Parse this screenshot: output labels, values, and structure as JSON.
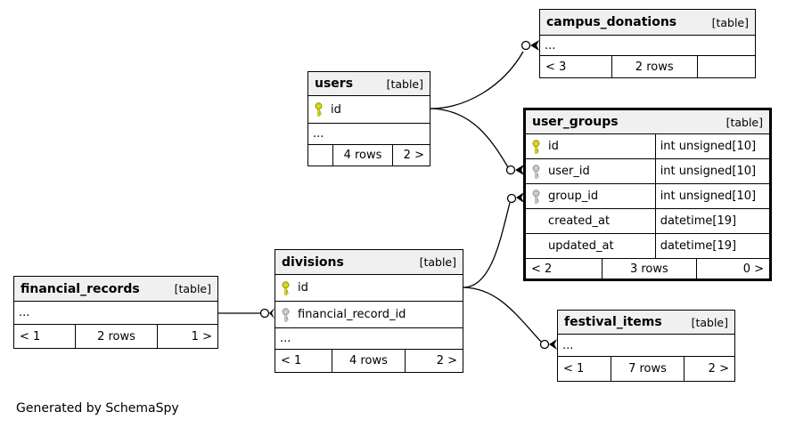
{
  "footer_note": "Generated by SchemaSpy",
  "colors": {
    "header_bg": "#f0f0f0",
    "border": "#000000",
    "primary_key": "#e3df00",
    "primary_key_stroke": "#938f00",
    "foreign_key": "#d2d2d2",
    "foreign_key_stroke": "#8f8f8f",
    "edge": "#000000"
  },
  "tables": [
    {
      "id": "campus_donations",
      "title": "campus_donations",
      "badge": "[table]",
      "rows": [
        {
          "name": "...",
          "key": "none"
        }
      ],
      "stats": {
        "left": "< 3",
        "center": "2 rows",
        "right": ""
      }
    },
    {
      "id": "users",
      "title": "users",
      "badge": "[table]",
      "rows": [
        {
          "name": "id",
          "key": "primary"
        },
        {
          "name": "...",
          "key": "none"
        }
      ],
      "stats": {
        "left": "",
        "center": "4 rows",
        "right": "2 >"
      }
    },
    {
      "id": "user_groups",
      "title": "user_groups",
      "badge": "[table]",
      "emphasized": true,
      "rows": [
        {
          "name": "id",
          "key": "primary",
          "type": "int unsigned[10]"
        },
        {
          "name": "user_id",
          "key": "foreign",
          "type": "int unsigned[10]"
        },
        {
          "name": "group_id",
          "key": "foreign",
          "type": "int unsigned[10]"
        },
        {
          "name": "created_at",
          "key": "none",
          "type": "datetime[19]"
        },
        {
          "name": "updated_at",
          "key": "none",
          "type": "datetime[19]"
        }
      ],
      "stats": {
        "left": "< 2",
        "center": "3 rows",
        "right": "0 >"
      }
    },
    {
      "id": "divisions",
      "title": "divisions",
      "badge": "[table]",
      "rows": [
        {
          "name": "id",
          "key": "primary"
        },
        {
          "name": "financial_record_id",
          "key": "foreign"
        },
        {
          "name": "...",
          "key": "none"
        }
      ],
      "stats": {
        "left": "< 1",
        "center": "4 rows",
        "right": "2 >"
      }
    },
    {
      "id": "financial_records",
      "title": "financial_records",
      "badge": "[table]",
      "rows": [
        {
          "name": "...",
          "key": "none"
        }
      ],
      "stats": {
        "left": "< 1",
        "center": "2 rows",
        "right": "1 >"
      }
    },
    {
      "id": "festival_items",
      "title": "festival_items",
      "badge": "[table]",
      "rows": [
        {
          "name": "...",
          "key": "none"
        }
      ],
      "stats": {
        "left": "< 1",
        "center": "7 rows",
        "right": "2 >"
      }
    }
  ],
  "relationships": [
    {
      "from": "users.id",
      "to": "campus_donations"
    },
    {
      "from": "users.id",
      "to": "user_groups.user_id"
    },
    {
      "from": "divisions.id",
      "to": "user_groups.group_id"
    },
    {
      "from": "divisions.id",
      "to": "festival_items"
    },
    {
      "from": "financial_records",
      "to": "divisions.financial_record_id"
    }
  ]
}
